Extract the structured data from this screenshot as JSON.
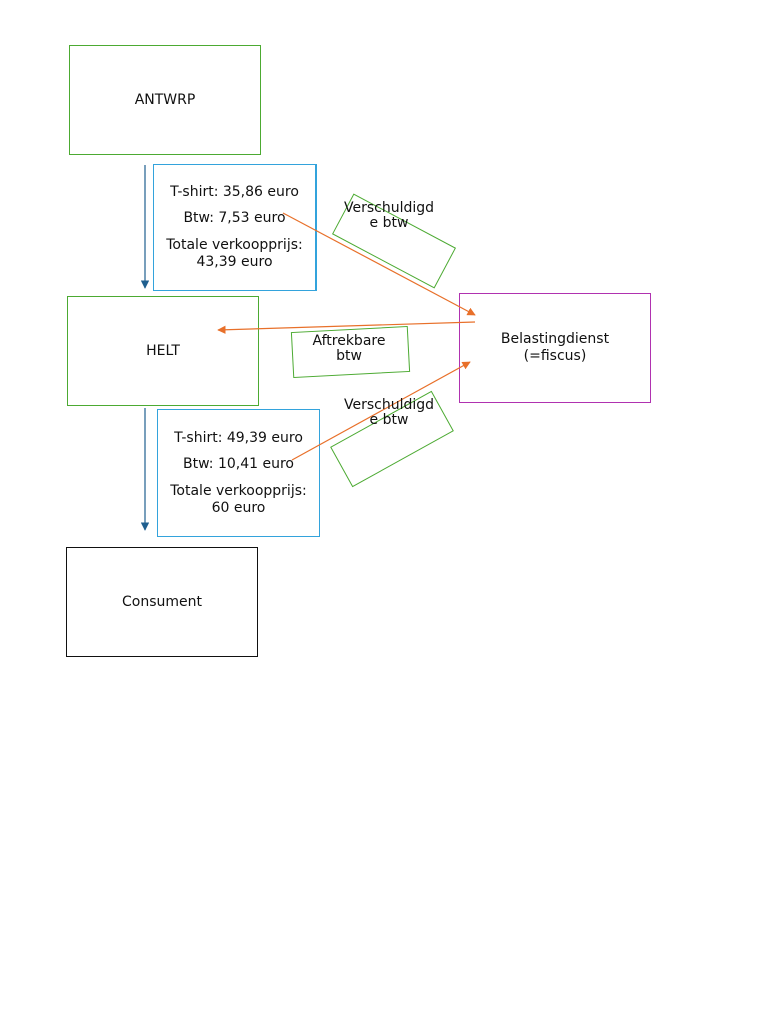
{
  "colors": {
    "entity_border": "#4caa32",
    "info_border": "#33a3dc",
    "fiscus_border": "#b032b0",
    "consumer_border": "#111111",
    "flow_arrow": "#1f5f8f",
    "vat_arrow": "#e8702a"
  },
  "entities": {
    "antwrp": "ANTWRP",
    "helt": "HELT",
    "consument": "Consument",
    "fiscus": "Belastingdienst\n(=fiscus)"
  },
  "sale_1": {
    "tshirt": "T-shirt: 35,86 euro",
    "btw": "Btw: 7,53 euro",
    "total": "Totale verkoopprijs:\n43,39 euro"
  },
  "sale_2": {
    "tshirt": "T-shirt: 49,39 euro",
    "btw": "Btw: 10,41 euro",
    "total": "Totale verkoopprijs:\n60 euro"
  },
  "tags": {
    "owed_1": "Verschuldigd\ne btw",
    "deductible": "Aftrekbare\nbtw",
    "owed_2": "Verschuldigd\ne btw"
  }
}
